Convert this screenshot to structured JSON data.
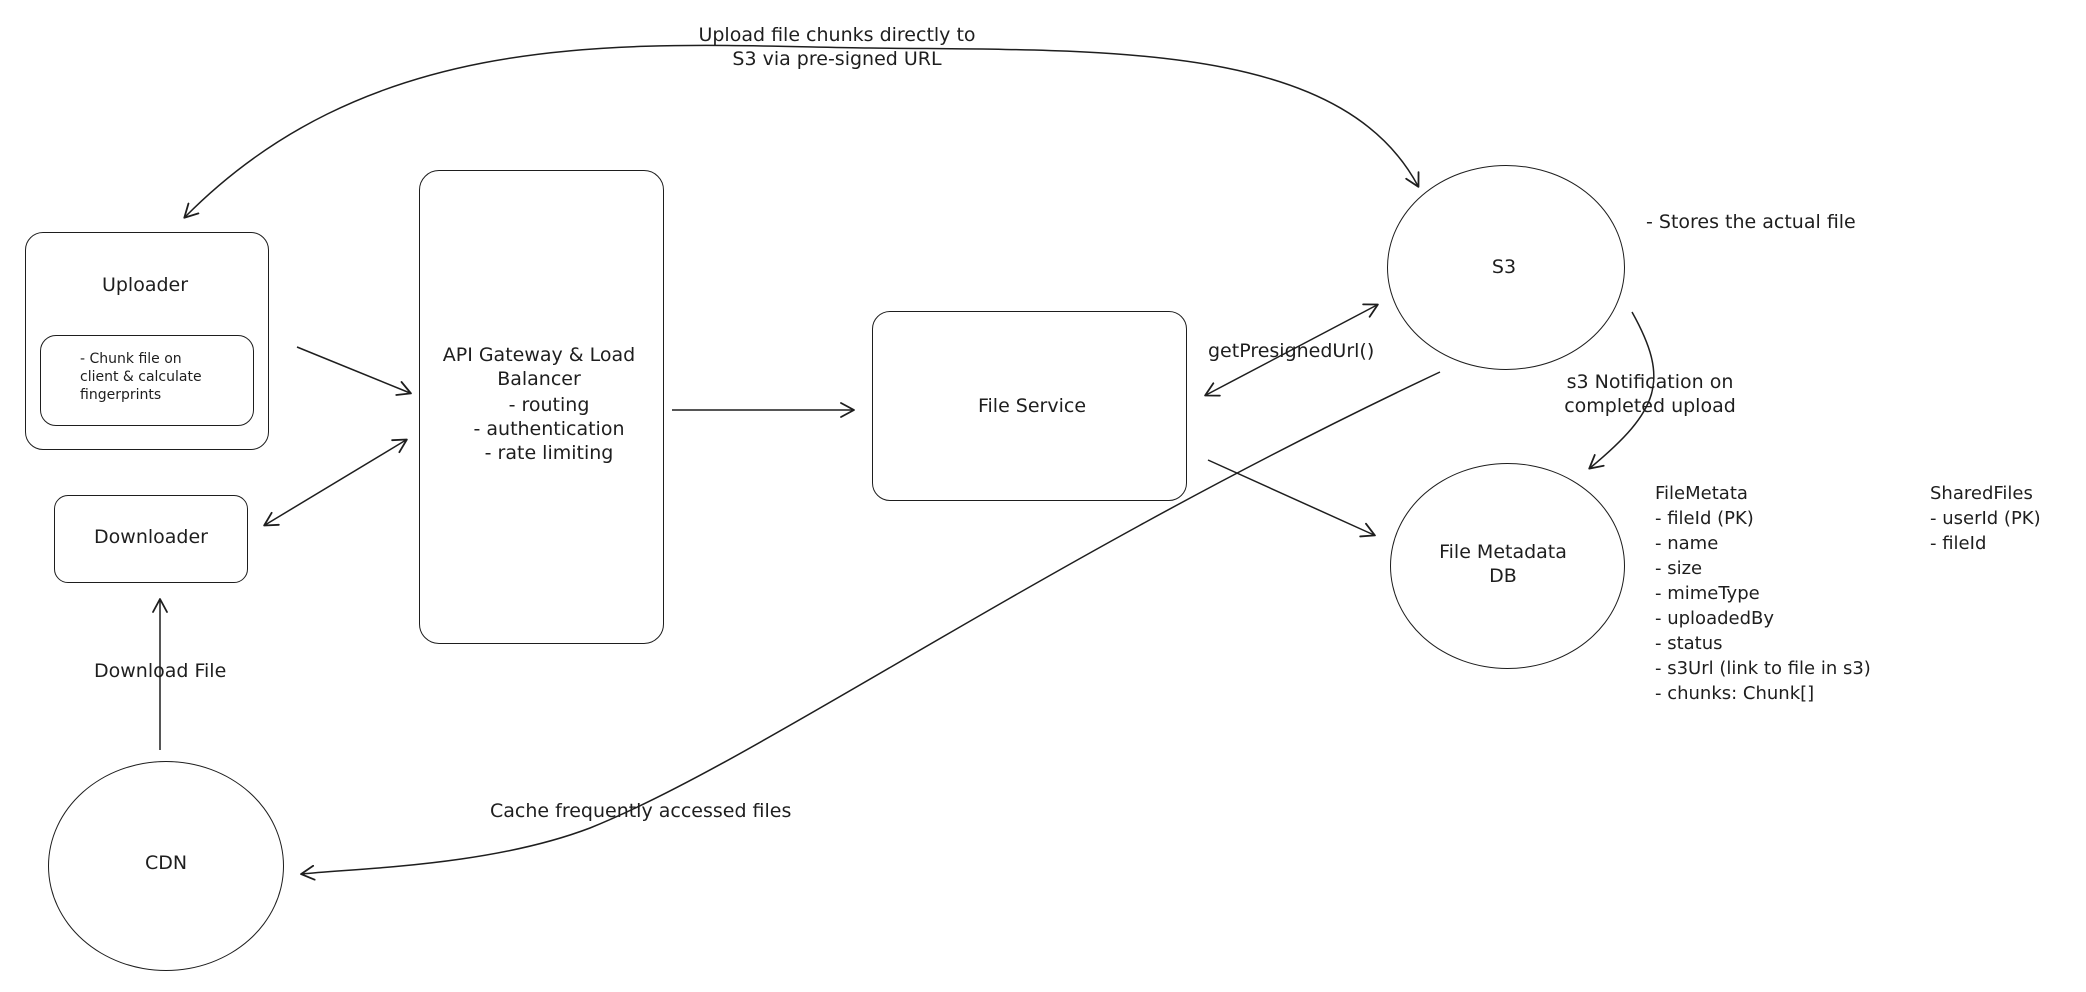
{
  "nodes": {
    "uploader": {
      "title": "Uploader",
      "note": "- Chunk file on\nclient & calculate\nfingerprints"
    },
    "downloader": {
      "title": "Downloader"
    },
    "cdn": {
      "title": "CDN"
    },
    "api_gateway": {
      "title": "API Gateway & Load\nBalancer",
      "bullets": "- routing\n- authentication\n- rate limiting"
    },
    "file_service": {
      "title": "File Service"
    },
    "s3": {
      "title": "S3",
      "note": "- Stores the actual file"
    },
    "metadata_db": {
      "title": "File Metadata\nDB"
    }
  },
  "edges": {
    "upload_direct": "Upload file chunks directly to\nS3 via pre-signed URL",
    "presigned": "getPresignedUrl()",
    "s3_notification": "s3 Notification on\ncompleted upload",
    "download_file": "Download File",
    "cache": "Cache frequently accessed files"
  },
  "schemas": {
    "file_metadata": "FileMetata\n- fileId (PK)\n- name\n- size\n- mimeType\n- uploadedBy\n- status\n- s3Url (link to file in s3)\n- chunks: Chunk[]",
    "shared_files": "SharedFiles\n- userId (PK)\n- fileId"
  },
  "style": {
    "stroke": "#1e1e1e",
    "background": "#ffffff"
  }
}
